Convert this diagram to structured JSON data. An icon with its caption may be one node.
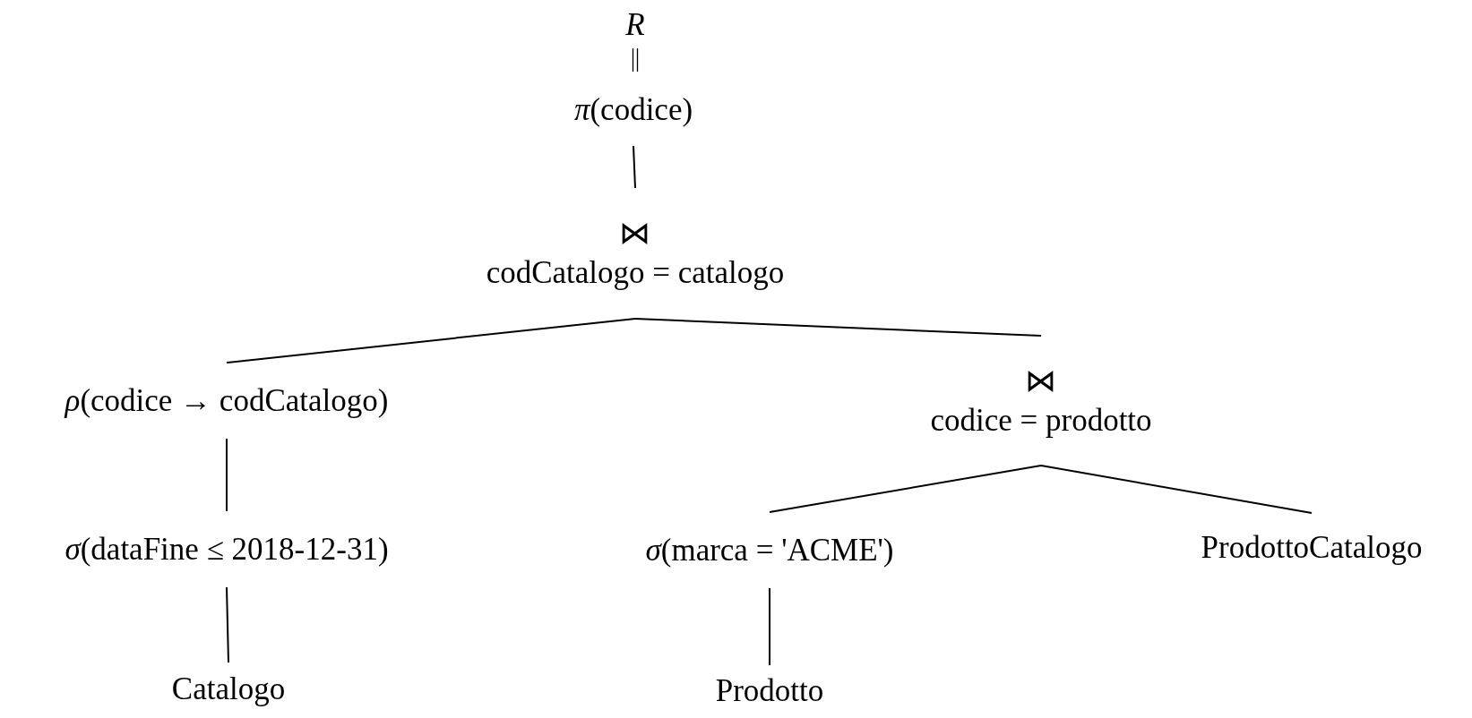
{
  "diagram": {
    "nodes": [
      {
        "text": [
          "R"
        ]
      },
      {
        "text": [
          "*π*(codice)"
        ]
      },
      {
        "text": [
          "⋈",
          "codCatalogo = catalogo"
        ]
      },
      {
        "text": [
          "*ρ*(codice → codCatalogo)"
        ]
      },
      {
        "text": [
          "⋈",
          "codice = prodotto"
        ]
      },
      {
        "text": [
          "*σ*(dataFine ≤ 2018-12-31)"
        ]
      },
      {
        "text": [
          "*σ*(marca = 'ACME')"
        ]
      },
      {
        "text": [
          "ProdottoCatalogo"
        ]
      },
      {
        "text": [
          "Catalogo"
        ]
      },
      {
        "text": [
          "Prodotto"
        ]
      }
    ],
    "edges": [
      {
        "from": 0,
        "to": 1,
        "arrow": "none"
      },
      {
        "from": 1,
        "to": 2,
        "arrow": "none"
      },
      {
        "from": 2,
        "to": 3,
        "arrow": "none"
      },
      {
        "from": 2,
        "to": 4,
        "arrow": "none"
      },
      {
        "from": 3,
        "to": 5,
        "arrow": "none"
      },
      {
        "from": 4,
        "to": 6,
        "arrow": "none"
      },
      {
        "from": 4,
        "to": 7,
        "arrow": "none"
      },
      {
        "from": 5,
        "to": 8,
        "arrow": "none"
      },
      {
        "from": 6,
        "to": 9,
        "arrow": "none"
      }
    ]
  }
}
